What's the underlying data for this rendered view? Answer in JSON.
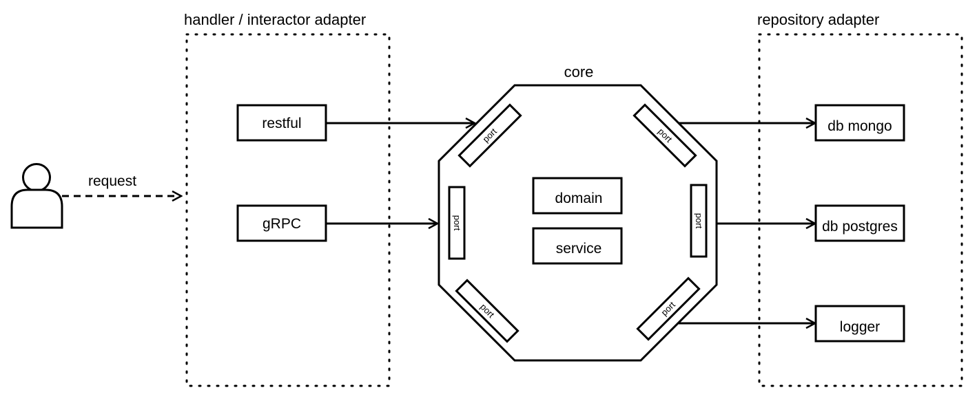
{
  "groups": {
    "left": {
      "title": "handler / interactor adapter"
    },
    "right": {
      "title": "repository adapter"
    }
  },
  "actor": {
    "icon": "user-icon",
    "request_label": "request"
  },
  "core": {
    "title": "core",
    "boxes": {
      "domain": "domain",
      "service": "service"
    },
    "port_label": "port"
  },
  "handlers": {
    "restful": "restful",
    "grpc": "gRPC"
  },
  "repositories": {
    "mongo": "db mongo",
    "postgres": "db postgres",
    "logger": "logger"
  },
  "colors": {
    "stroke": "#000000",
    "background": "#ffffff"
  }
}
